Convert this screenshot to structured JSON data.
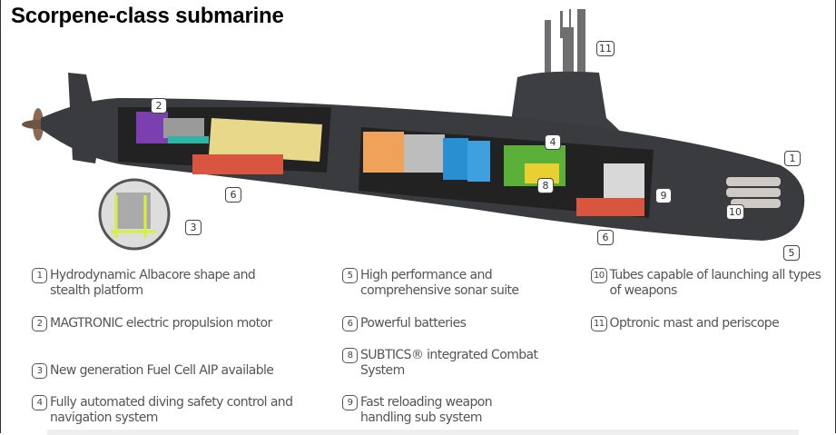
{
  "title": "Scorpene-class submarine",
  "callouts": {
    "c1": "1",
    "c2": "2",
    "c3": "3",
    "c4": "4",
    "c5": "5",
    "c6a": "6",
    "c6b": "6",
    "c8": "8",
    "c9": "9",
    "c10": "10",
    "c11": "11"
  },
  "legend": [
    {
      "num": "1",
      "text": "Hydrodynamic Albacore shape and stealth platform"
    },
    {
      "num": "2",
      "text": "MAGTRONIC electric propulsion motor"
    },
    {
      "num": "3",
      "text": "New generation Fuel Cell AIP available"
    },
    {
      "num": "4",
      "text": "Fully automated diving safety control and navigation system"
    },
    {
      "num": "5",
      "text": "High performance and comprehensive sonar suite"
    },
    {
      "num": "6",
      "text": "Powerful batteries"
    },
    {
      "num": "8",
      "text": "SUBTICS® integrated Combat System"
    },
    {
      "num": "9",
      "text": "Fast reloading weapon handling sub system"
    },
    {
      "num": "10",
      "text": "Tubes capable of launching all types of weapons"
    },
    {
      "num": "11",
      "text": "Optronic mast and periscope"
    }
  ],
  "colors": {
    "hull": "#3a3b3f",
    "battery": "#d9553f",
    "propulsion": "#7b3fb0",
    "aip": "#e8d88a",
    "combat": "#5bb03a",
    "sonar": "#2a8fd0"
  }
}
